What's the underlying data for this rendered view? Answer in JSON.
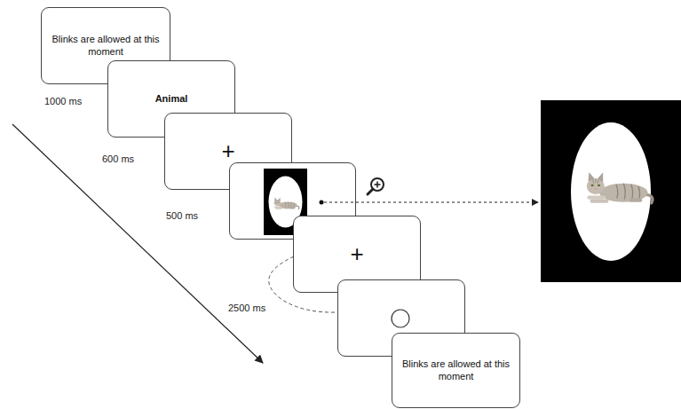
{
  "diagram": {
    "nodes": [
      {
        "text": [
          "Blinks are allowed at this moment"
        ]
      },
      {
        "text": [
          "Animal"
        ]
      },
      {
        "text": [
          "+"
        ]
      },
      {
        "text": [
          "+"
        ]
      },
      {
        "text": [
          "Blinks are allowed at this moment"
        ]
      }
    ],
    "labels": [
      "1000 ms",
      "600 ms",
      "500 ms",
      "2500 ms"
    ]
  }
}
